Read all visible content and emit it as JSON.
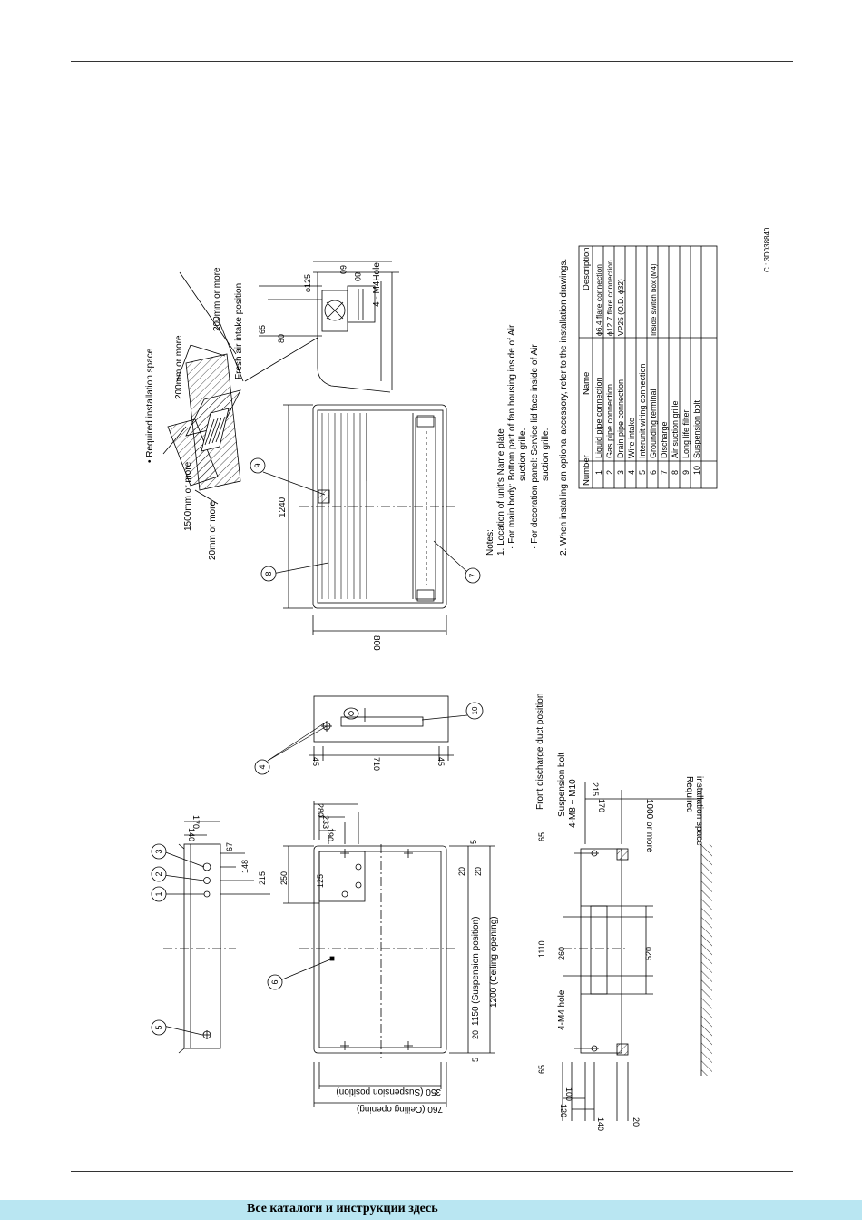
{
  "drawing_code": "C : 3D038840",
  "space": {
    "title": "• Required installation space",
    "top": "200mm or more",
    "top_right": "200mm or more",
    "left": "1500mm or more",
    "bottom": "20mm or more"
  },
  "fresh_air": {
    "title": "Fresh air intake position",
    "d65": "65",
    "d80a": "80",
    "d80b": "80",
    "d60": "60",
    "phi": "ϕ125",
    "hole": "4 - M4Hole"
  },
  "front": {
    "d1240": "1240",
    "d800": "800",
    "d710": "710",
    "d45a": "45",
    "d45b": "45"
  },
  "top_view": {
    "d140": "140",
    "d170": "170",
    "d67": "67",
    "d148": "148",
    "d215": "215",
    "d250": "250",
    "d125": "125",
    "d190": "190",
    "d233": "233",
    "d280": "280",
    "d5a": "5",
    "d5b": "5",
    "d20a": "20",
    "d20b": "20",
    "d20c": "20",
    "d20d": "20",
    "d1150": "1150 (Suspension position)",
    "d1200": "1200 (Ceiling opening)",
    "d350": "350 (Suspension position)",
    "d760": "760 (Ceiling opening)"
  },
  "side_view": {
    "front_duct": "Front discharge duct position",
    "bolt": "Suspension bolt",
    "bolt_size": "4-M8 ~ M10",
    "d65a": "65",
    "d65b": "65",
    "d1110": "1110",
    "d260": "260",
    "d520": "520",
    "m4": "4-M4 hole",
    "d215": "215",
    "d170": "170",
    "d1000": "1000 or more",
    "req1": "Required",
    "req2": "installation space",
    "d100": "100",
    "d120": "120",
    "d140": "140",
    "d20": "20"
  },
  "notes": {
    "heading": "Notes:",
    "l1": "1. Location of unit's Name plate",
    "l2": "· For main body: Bottom part of fan housing inside of Air",
    "l3": "suction grille.",
    "l4": "· For decoration panel: Service lid face inside of Air",
    "l5": "suction grille.",
    "l6": "2. When installing an optional accessory, refer to the installation drawings."
  },
  "callouts": [
    "1",
    "2",
    "3",
    "4",
    "5",
    "6",
    "7",
    "8",
    "9",
    "10"
  ],
  "parts_table": {
    "headers": [
      "Number",
      "Name",
      "Description"
    ],
    "rows": [
      [
        "1",
        "Liquid pipe connection",
        "ϕ6.4 flare connection"
      ],
      [
        "2",
        "Gas pipe connection",
        "ϕ12.7 flare connection"
      ],
      [
        "3",
        "Drain pipe connection",
        "VP25 (O.D. ϕ32)"
      ],
      [
        "4",
        "Wire intake",
        ""
      ],
      [
        "5",
        "Interunit wiring connection",
        ""
      ],
      [
        "6",
        "Grounding terminal",
        "Inside switch box (M4)"
      ],
      [
        "7",
        "Discharge",
        ""
      ],
      [
        "8",
        "Air suction grille",
        ""
      ],
      [
        "9",
        "Long life filter",
        ""
      ],
      [
        "10",
        "Suspension bolt",
        ""
      ]
    ]
  },
  "footer": {
    "link": "Все каталоги и инструкции здесь"
  }
}
